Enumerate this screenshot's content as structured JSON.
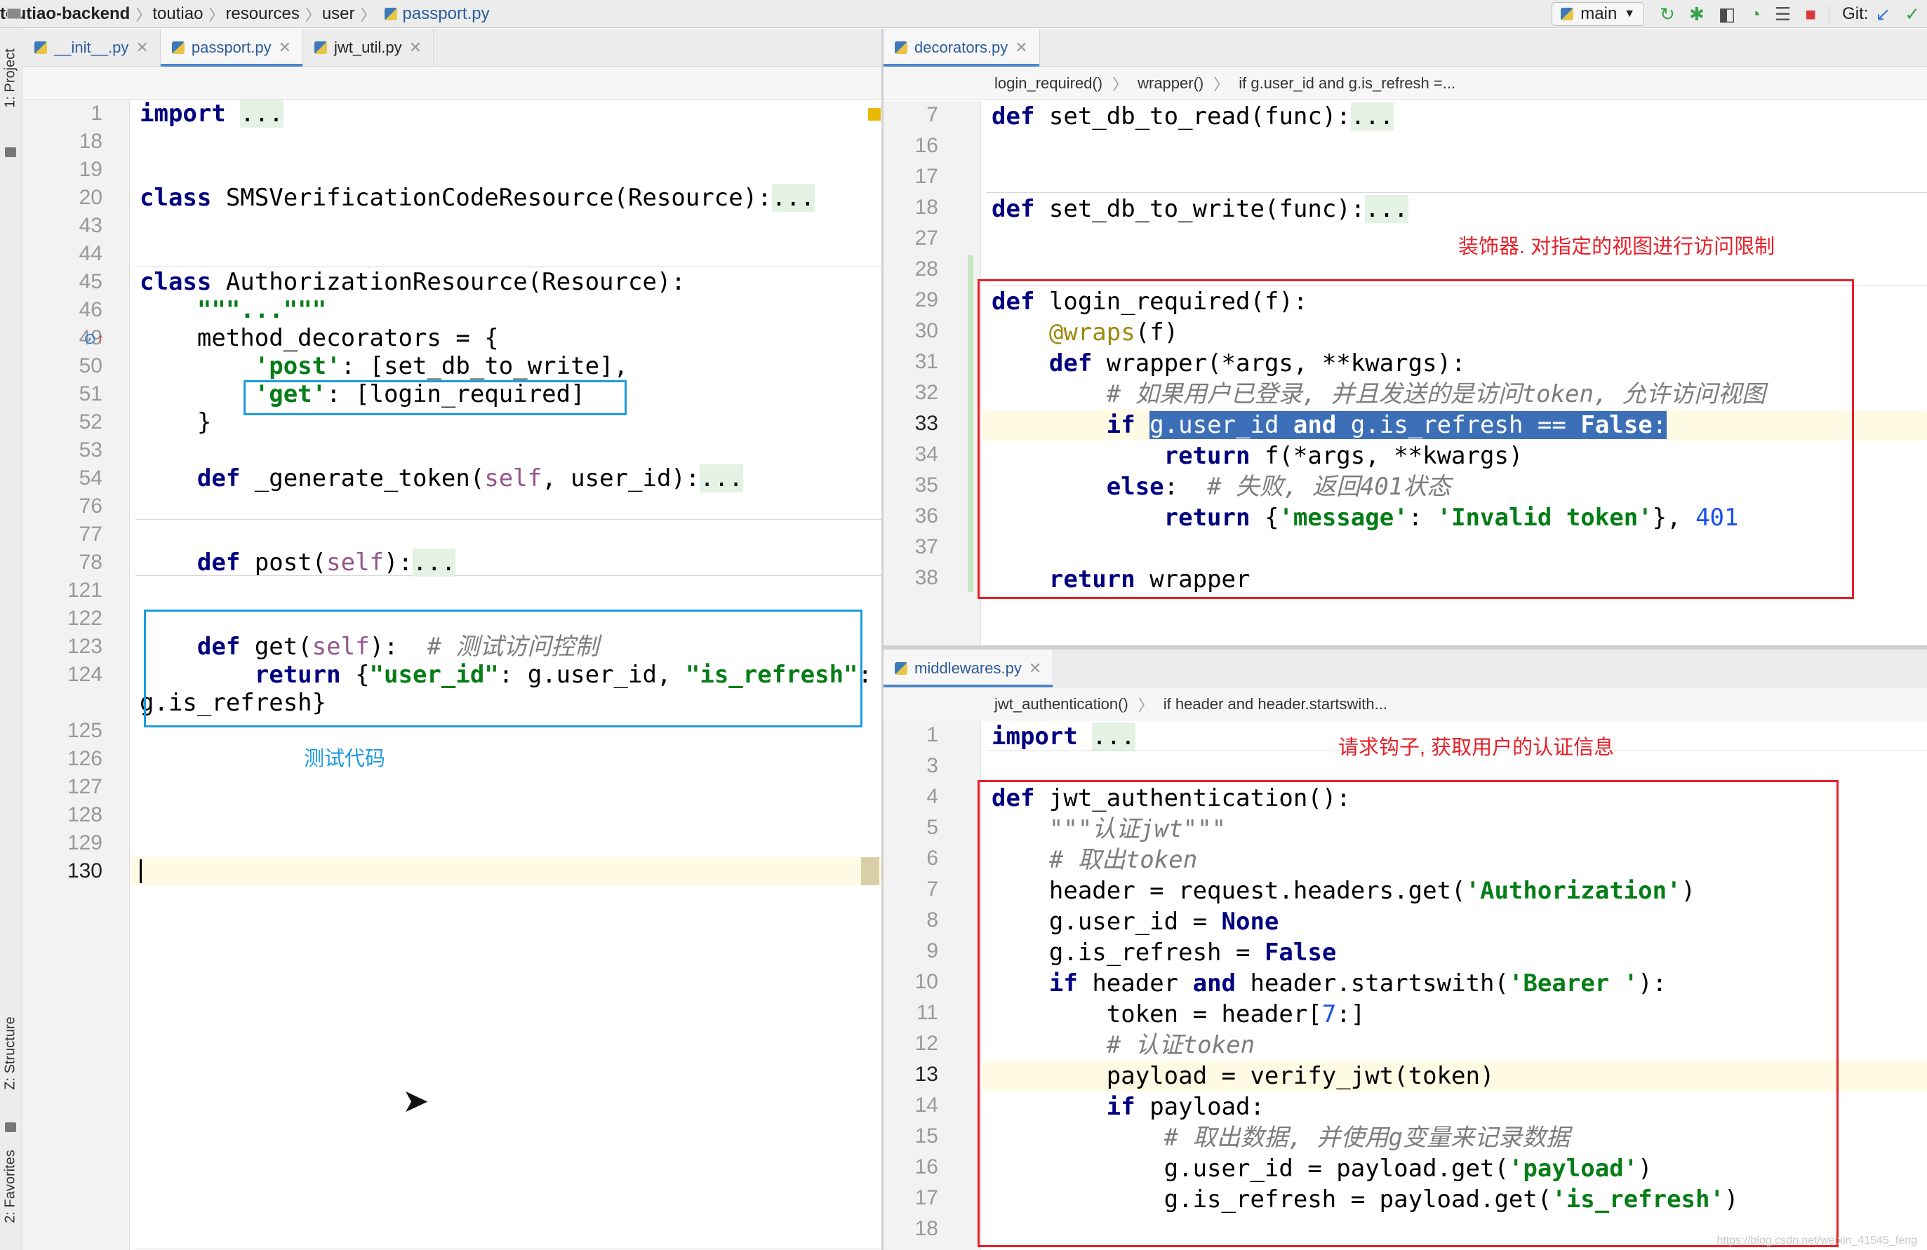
{
  "breadcrumb": [
    "toutiao-backend",
    "toutiao",
    "resources",
    "user",
    "passport.py"
  ],
  "toolbar": {
    "branch": "main",
    "git_label": "Git:"
  },
  "side_tools": {
    "project": "1: Project",
    "structure": "Z: Structure",
    "favorites": "2: Favorites"
  },
  "left_tabs": [
    "__init__.py",
    "passport.py",
    "jwt_util.py"
  ],
  "right_top_tab": "decorators.py",
  "right_top_breadcrumb": [
    "login_required()",
    "wrapper()",
    "if g.user_id and g.is_refresh =..."
  ],
  "right_bottom_tab": "middlewares.py",
  "right_bottom_breadcrumb": [
    "jwt_authentication()",
    "if header and header.startswith..."
  ],
  "annotations": {
    "decorator_note": "装饰器. 对指定的视图进行访问限制",
    "test_code": "测试代码",
    "hook_note": "请求钩子, 获取用户的认证信息"
  },
  "left_line_numbers": [
    "1",
    "18",
    "19",
    "20",
    "43",
    "44",
    "45",
    "46",
    "49",
    "50",
    "51",
    "52",
    "53",
    "54",
    "76",
    "77",
    "78",
    "121",
    "122",
    "123",
    "124",
    "",
    "125",
    "126",
    "127",
    "128",
    "129",
    "130"
  ],
  "rt_line_numbers": [
    "7",
    "16",
    "17",
    "18",
    "27",
    "28",
    "29",
    "30",
    "31",
    "32",
    "33",
    "34",
    "35",
    "36",
    "37",
    "38"
  ],
  "rb_line_numbers": [
    "1",
    "3",
    "4",
    "5",
    "6",
    "7",
    "8",
    "9",
    "10",
    "11",
    "12",
    "13",
    "14",
    "15",
    "16",
    "17",
    "18"
  ],
  "watermark": "https://blog.csdn.net/weixin_41545_feng"
}
